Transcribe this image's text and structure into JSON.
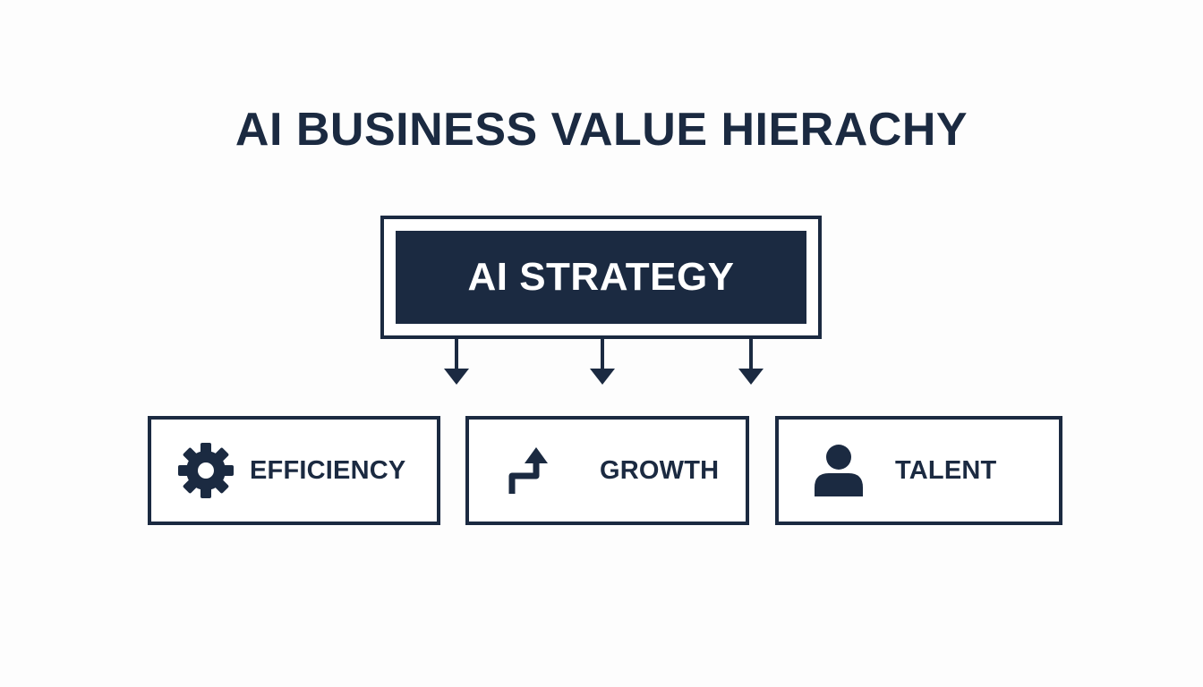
{
  "title": "AI BUSINESS VALUE HIERACHY",
  "top_node": {
    "label": "AI STRATEGY"
  },
  "children": [
    {
      "label": "EFFICIENCY",
      "icon": "gear-icon"
    },
    {
      "label": "GROWTH",
      "icon": "upward-arrow-icon"
    },
    {
      "label": "TALENT",
      "icon": "person-icon"
    }
  ],
  "colors": {
    "primary": "#1b2a41",
    "background": "#fdfdfd",
    "box_fill": "#ffffff"
  }
}
